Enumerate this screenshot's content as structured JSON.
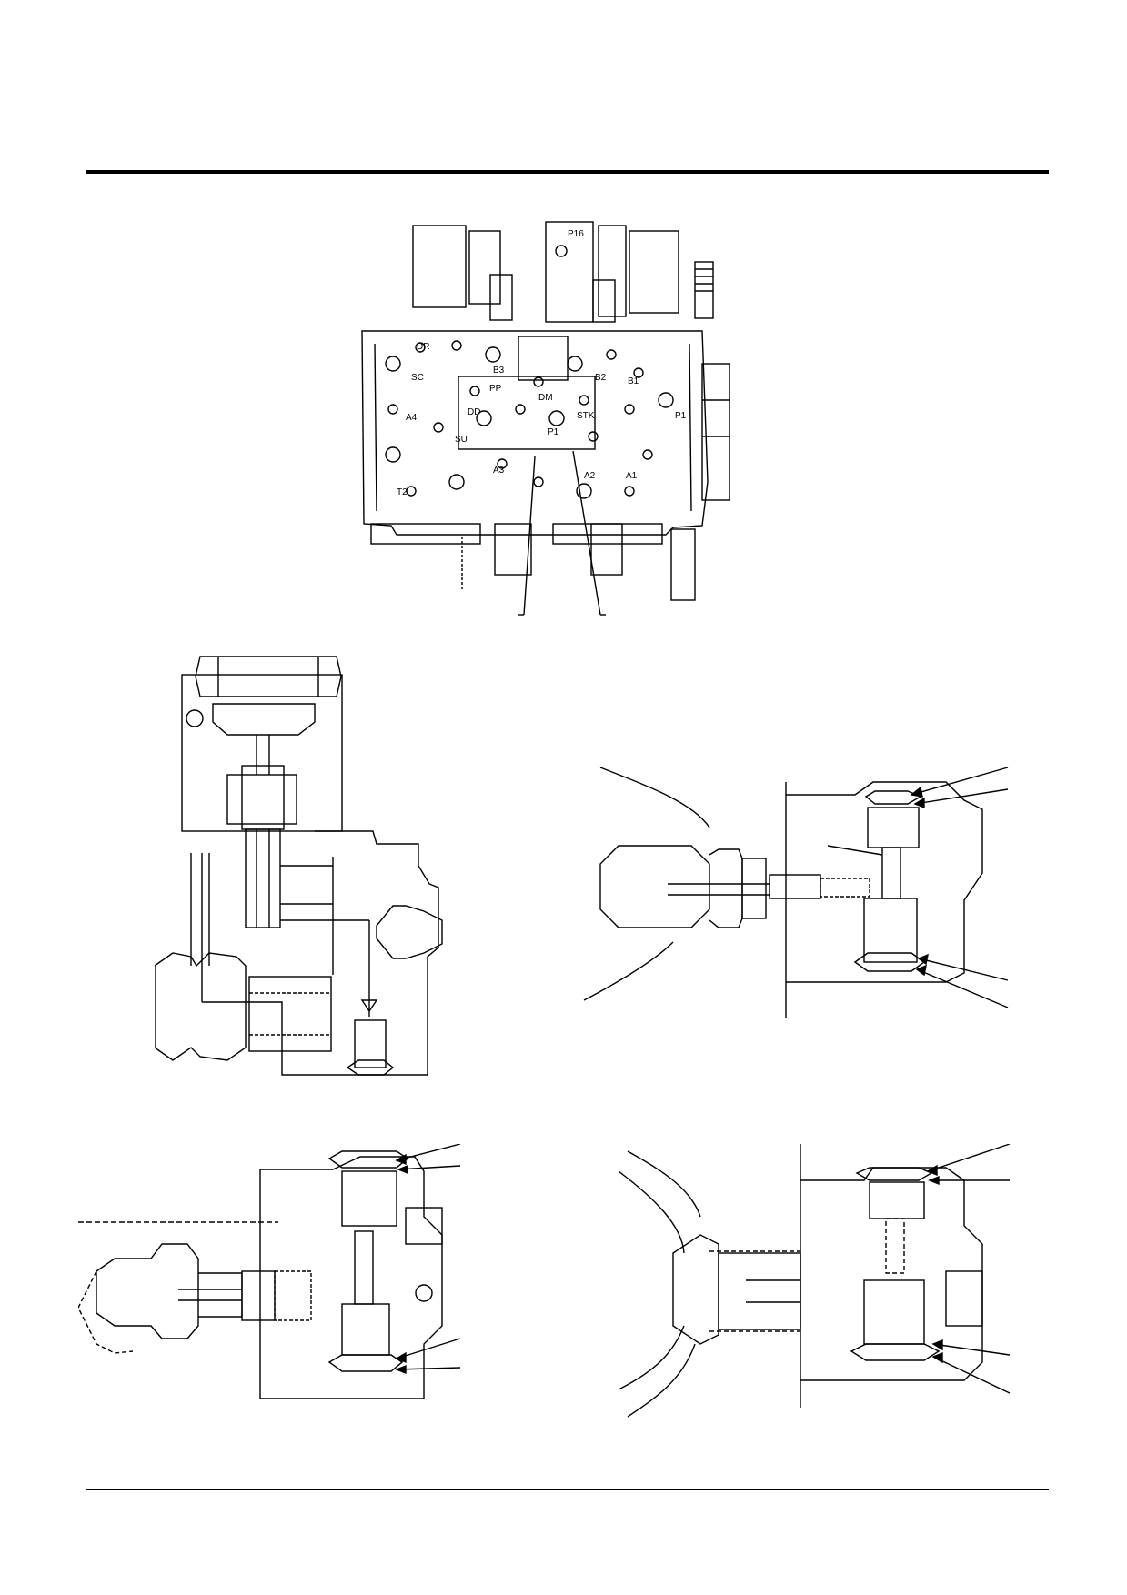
{
  "page": {
    "colors": {
      "ink": "#000000",
      "paper": "#ffffff"
    }
  },
  "top_figure": {
    "port_labels": [
      "P16",
      "B3",
      "SC",
      "DR",
      "A4",
      "PP",
      "DD",
      "DM",
      "SU",
      "P1",
      "B2",
      "B1",
      "STK",
      "P1",
      "A3",
      "A2",
      "A1",
      "T2"
    ]
  }
}
